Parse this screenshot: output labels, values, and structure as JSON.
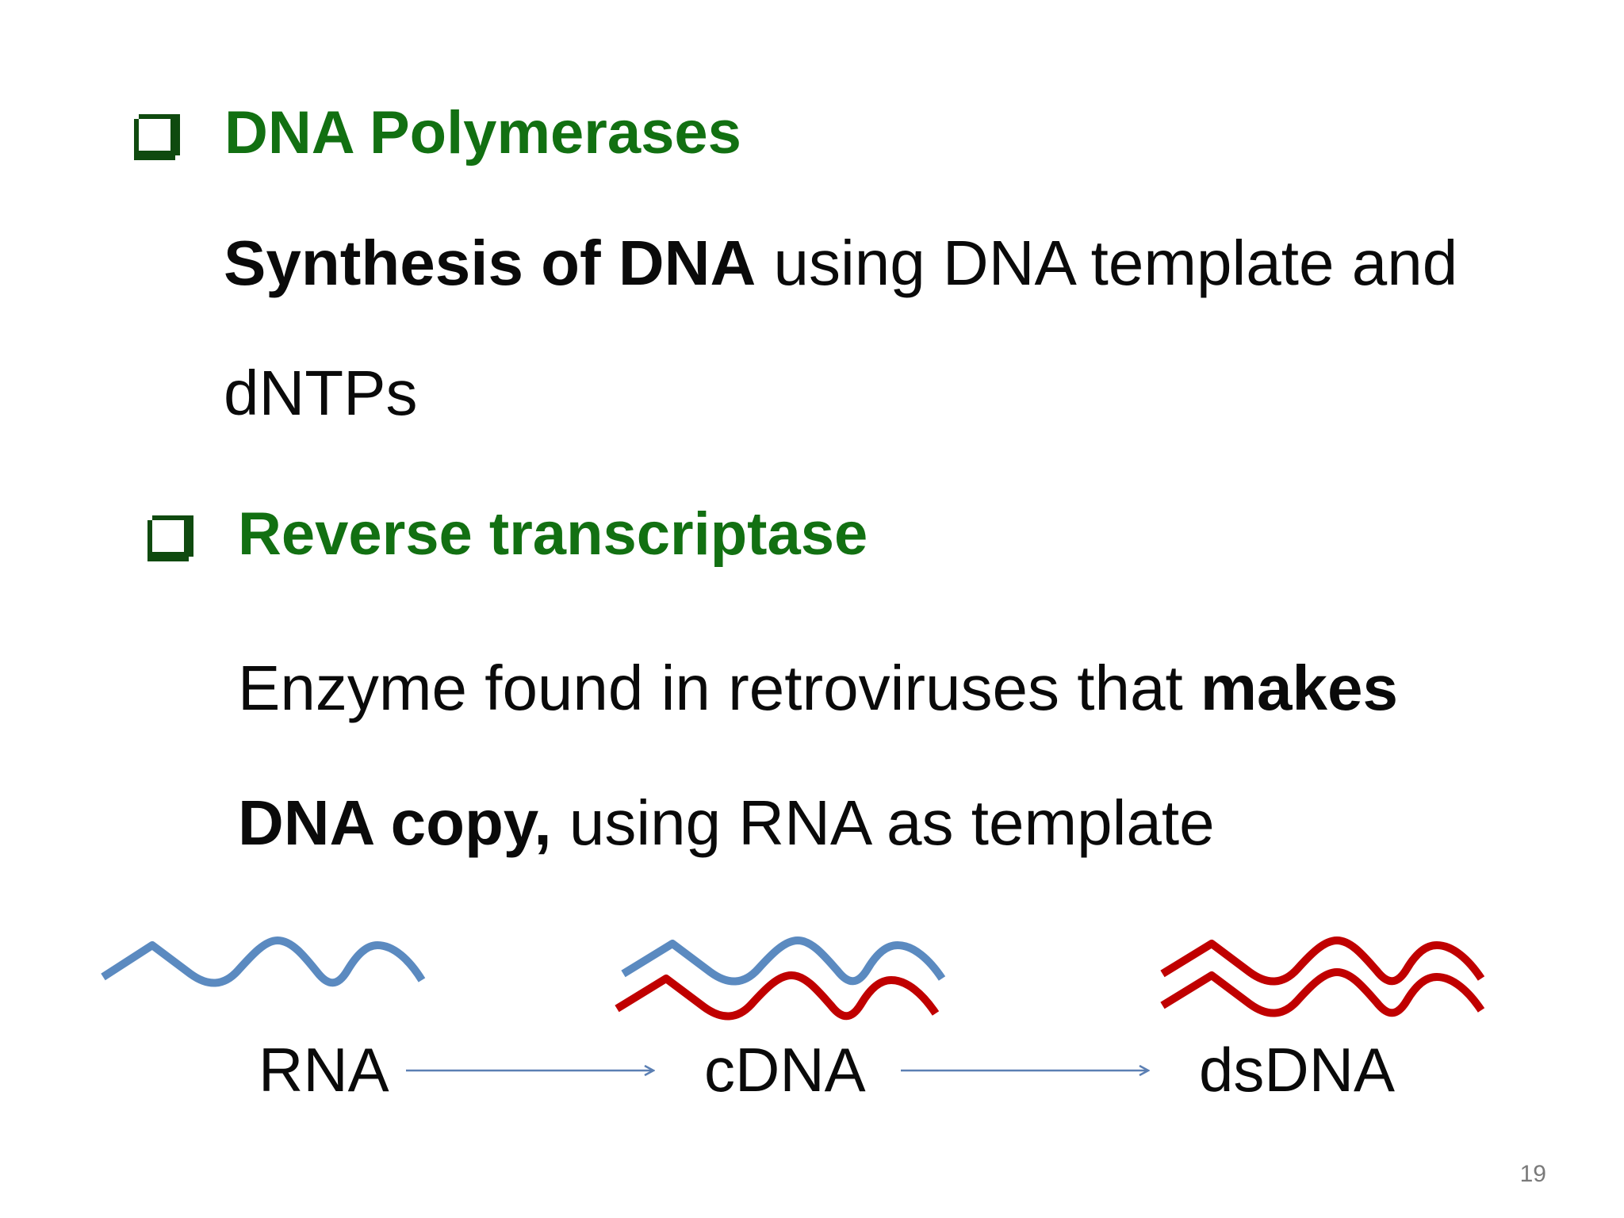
{
  "sections": [
    {
      "heading": "DNA Polymerases",
      "lines": [
        {
          "bold": "Synthesis of DNA",
          "normal": " using DNA template and"
        },
        {
          "bold": "",
          "normal": "dNTPs"
        }
      ]
    },
    {
      "heading": "Reverse transcriptase",
      "lines": [
        {
          "normal": "Enzyme found in retroviruses that ",
          "bold": "makes"
        },
        {
          "bold": "DNA copy,",
          "normal": " using RNA as template"
        }
      ]
    }
  ],
  "diagram": {
    "labels": [
      "RNA",
      "cDNA",
      "dsDNA"
    ],
    "colors": {
      "rna_strand": "#5b8ac0",
      "dna_strand": "#c00000",
      "arrow": "#5b7fb3"
    }
  },
  "page_number": "19"
}
